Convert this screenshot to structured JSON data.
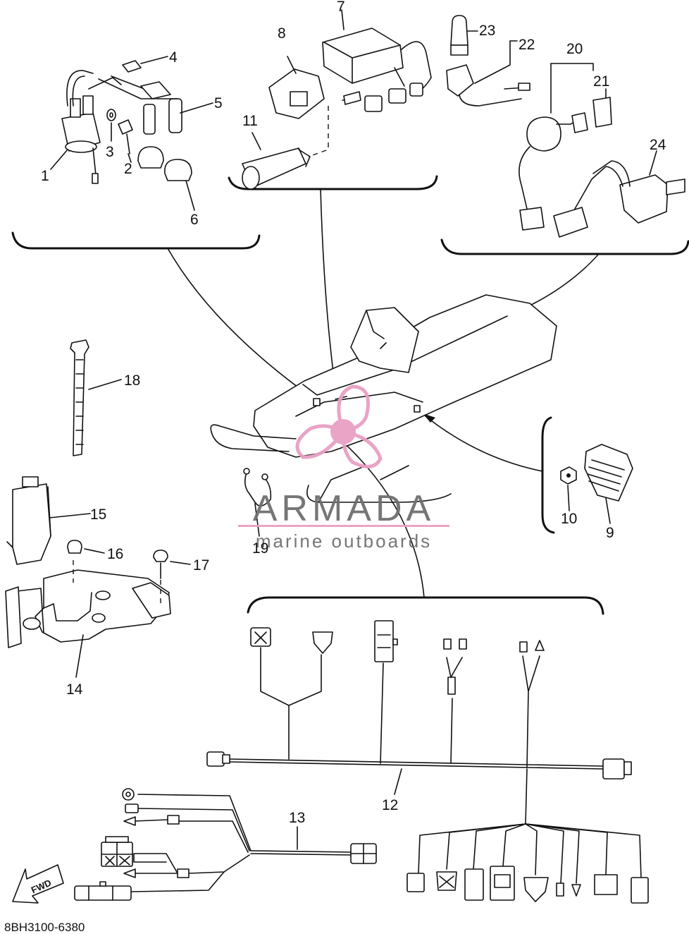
{
  "callouts": [
    {
      "id": "1",
      "label": "1"
    },
    {
      "id": "2",
      "label": "2"
    },
    {
      "id": "3",
      "label": "3"
    },
    {
      "id": "4",
      "label": "4"
    },
    {
      "id": "5",
      "label": "5"
    },
    {
      "id": "6",
      "label": "6"
    },
    {
      "id": "7",
      "label": "7"
    },
    {
      "id": "8",
      "label": "8"
    },
    {
      "id": "9",
      "label": "9"
    },
    {
      "id": "10",
      "label": "10"
    },
    {
      "id": "11",
      "label": "11"
    },
    {
      "id": "12",
      "label": "12"
    },
    {
      "id": "13",
      "label": "13"
    },
    {
      "id": "14",
      "label": "14"
    },
    {
      "id": "15",
      "label": "15"
    },
    {
      "id": "16",
      "label": "16"
    },
    {
      "id": "17",
      "label": "17"
    },
    {
      "id": "18",
      "label": "18"
    },
    {
      "id": "19",
      "label": "19"
    },
    {
      "id": "20",
      "label": "20"
    },
    {
      "id": "21",
      "label": "21"
    },
    {
      "id": "22",
      "label": "22"
    },
    {
      "id": "23",
      "label": "23"
    },
    {
      "id": "24",
      "label": "24"
    }
  ],
  "watermark": {
    "brand": "ARMADA",
    "tagline": "marine outboards",
    "accent_color": "#e8a0c4",
    "text_color": "#6f6f6f"
  },
  "fwd_label": "FWD",
  "diagram_code": "8BH3100-6380"
}
